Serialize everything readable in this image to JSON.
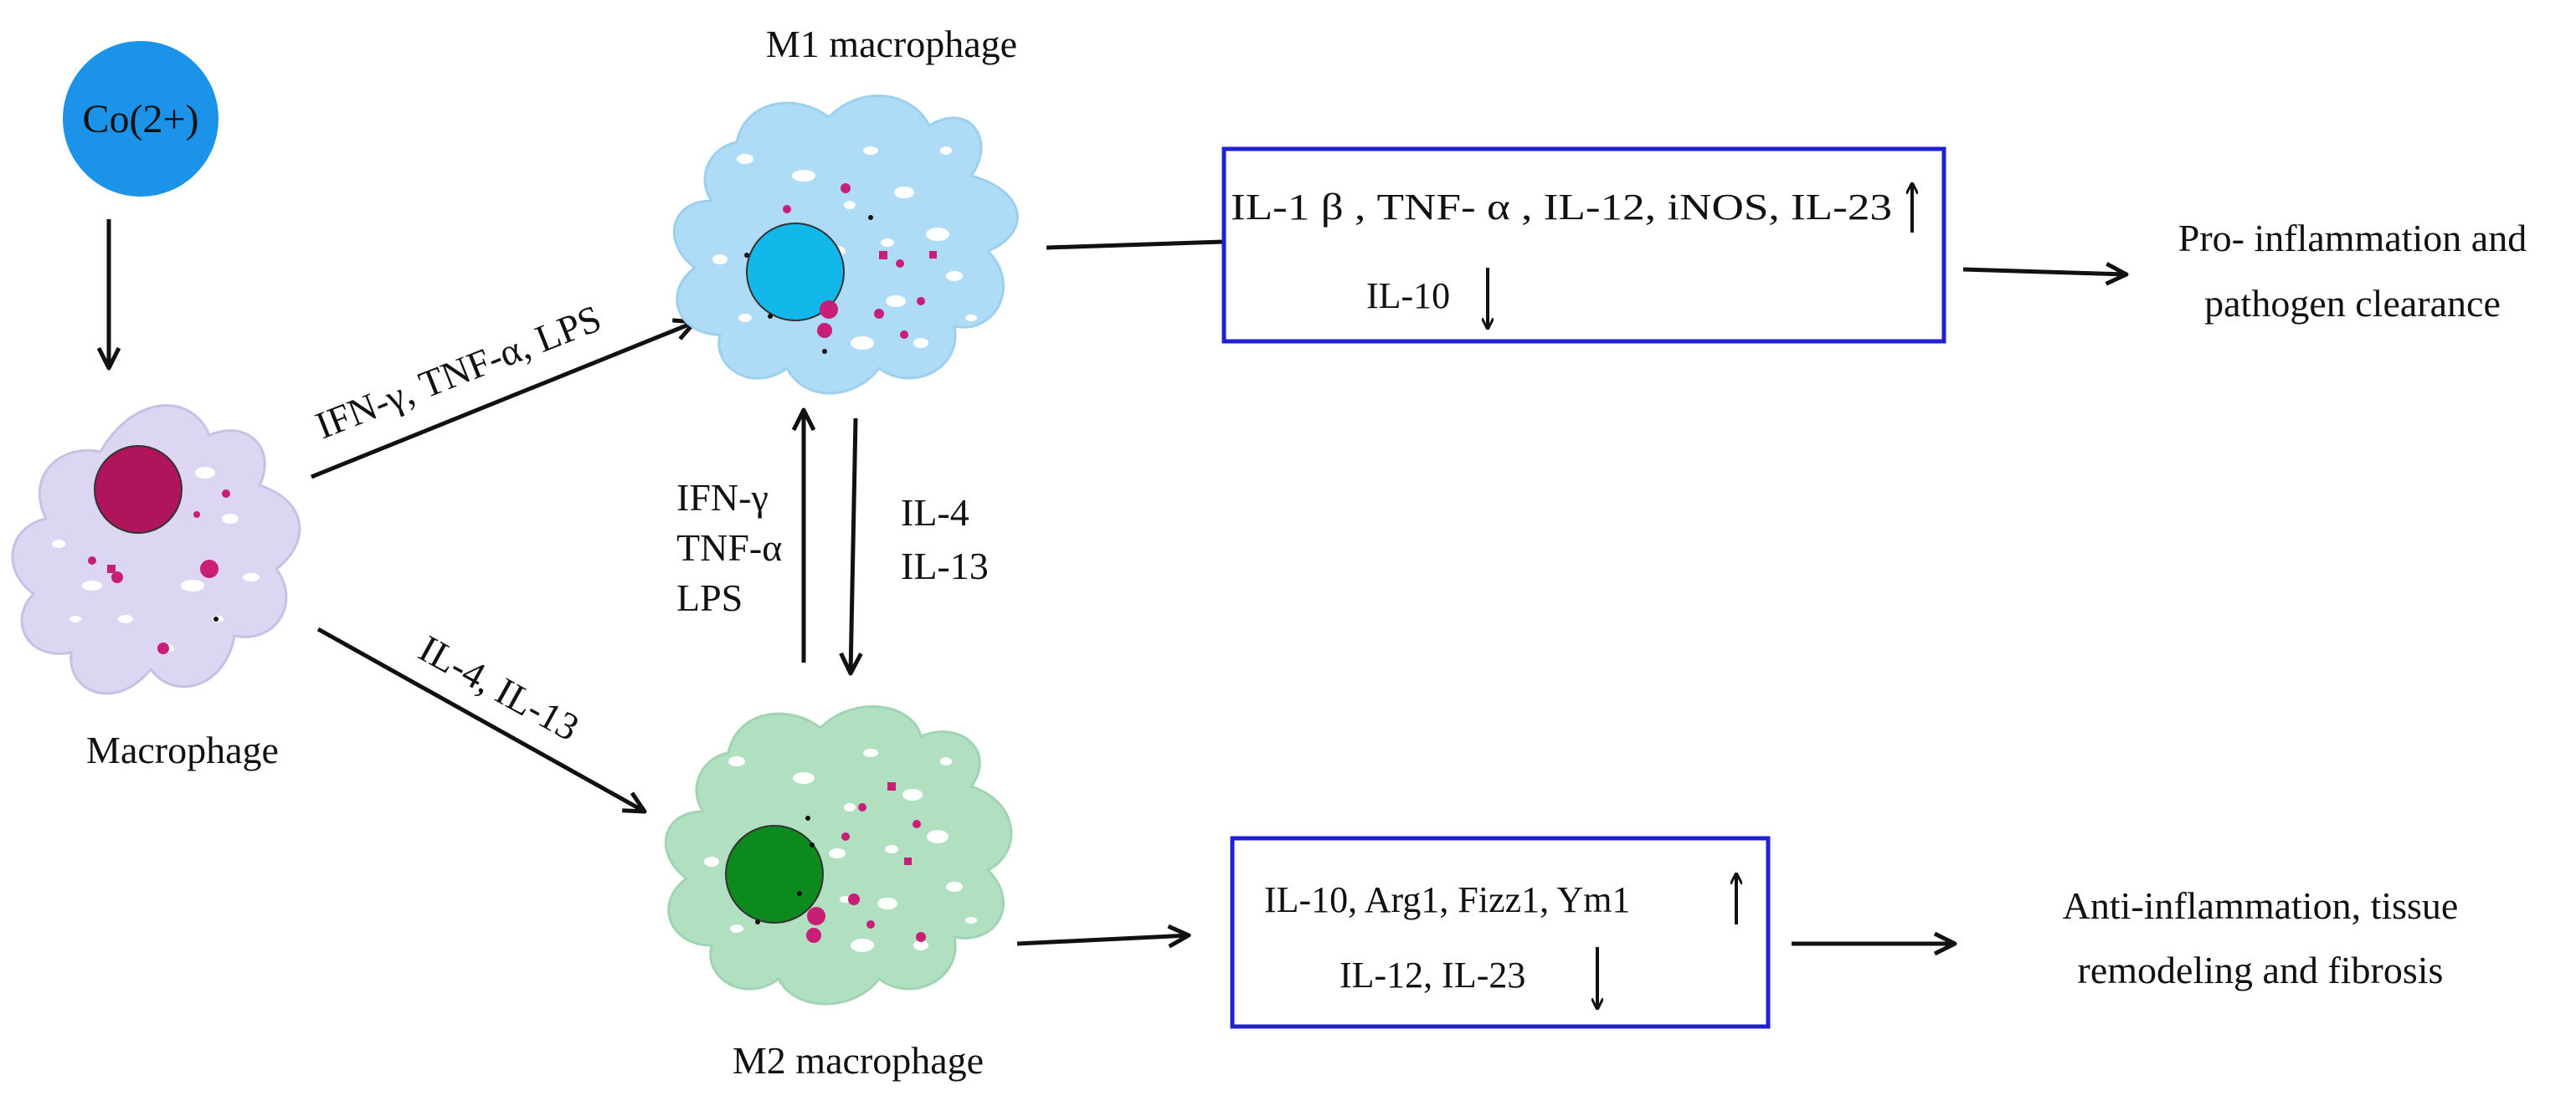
{
  "ion": {
    "label": "Co(2+)",
    "color": "#1a93e8"
  },
  "cells": {
    "macrophage": {
      "label": "Macrophage",
      "body_color": "#dcd6f2",
      "nucleus_color": "#b0145a"
    },
    "m1": {
      "label": "M1 macrophage",
      "body_color": "#aedcf7",
      "nucleus_color": "#12b8ea"
    },
    "m2": {
      "label": "M2 macrophage",
      "body_color": "#b0e0c0",
      "nucleus_color": "#0d8a1e"
    }
  },
  "arrows": {
    "to_m1_label": "IFN-γ, TNF-α, LPS",
    "to_m2_label": "IL-4, IL-13",
    "m2_to_m1_lines": [
      "IFN-γ",
      "TNF-α",
      "LPS"
    ],
    "m1_to_m2_lines": [
      "IL-4",
      "IL-13"
    ]
  },
  "m1_box": {
    "up_text": "IL-1 β , TNF- α , IL-12, iNOS, IL-23",
    "down_text": "IL-10",
    "border_color": "#1f1fd6"
  },
  "m2_box": {
    "up_text": "IL-10, Arg1, Fizz1, Ym1",
    "down_text": "IL-12, IL-23",
    "border_color": "#1f1fd6"
  },
  "outcomes": {
    "m1_lines": [
      "Pro- inflammation and",
      "pathogen clearance"
    ],
    "m2_lines": [
      "Anti-inflammation, tissue",
      "remodeling  and fibrosis"
    ]
  }
}
